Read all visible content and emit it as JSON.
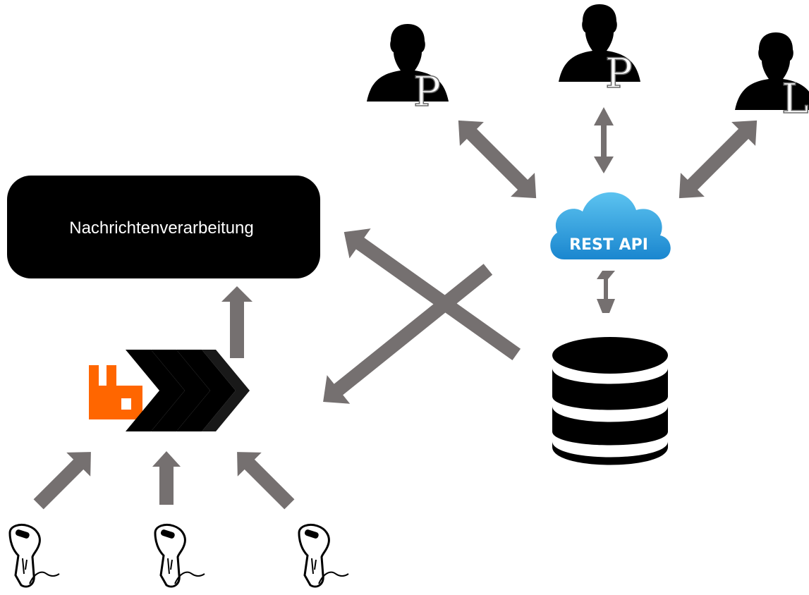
{
  "diagram": {
    "processing_box": {
      "label": "Nachrichtenverarbeitung",
      "fill": "#000000"
    },
    "api": {
      "label": "REST API",
      "color": "#2a96d8"
    },
    "broker": {
      "logo_color": "#ff6600",
      "chevron_color": "#000000",
      "icon": "rabbitmq-logo-icon"
    },
    "database": {
      "icon": "database-icon"
    },
    "users": [
      {
        "badge": "P",
        "icon": "user-icon"
      },
      {
        "badge": "P",
        "icon": "user-icon"
      },
      {
        "badge": "L",
        "icon": "user-icon"
      }
    ],
    "scanners": [
      {
        "icon": "barcode-scanner-icon"
      },
      {
        "icon": "barcode-scanner-icon"
      },
      {
        "icon": "barcode-scanner-icon"
      }
    ],
    "arrow_color": "#757070"
  }
}
